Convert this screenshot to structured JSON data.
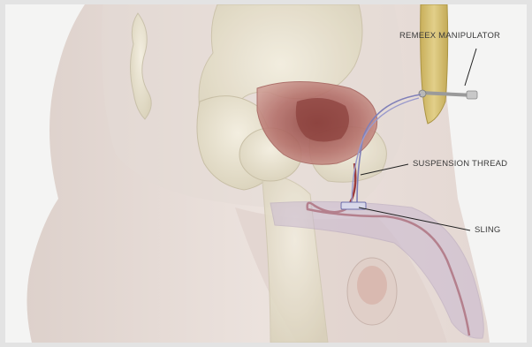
{
  "labels": {
    "manipulator": "REMEEX MANIPULATOR",
    "thread": "SUSPENSION THREAD",
    "sling": "SLING"
  },
  "colors": {
    "background": "#f4f4f3",
    "frame": "#e3e3e3",
    "skin": "#e9dcd6",
    "bone": "#ece6d4",
    "bladder": "#b8726c",
    "urethra": "#9b3b3b",
    "device": "#d4bd6a",
    "thread": "#7f7fb8",
    "label_text": "#3a3a3a"
  }
}
